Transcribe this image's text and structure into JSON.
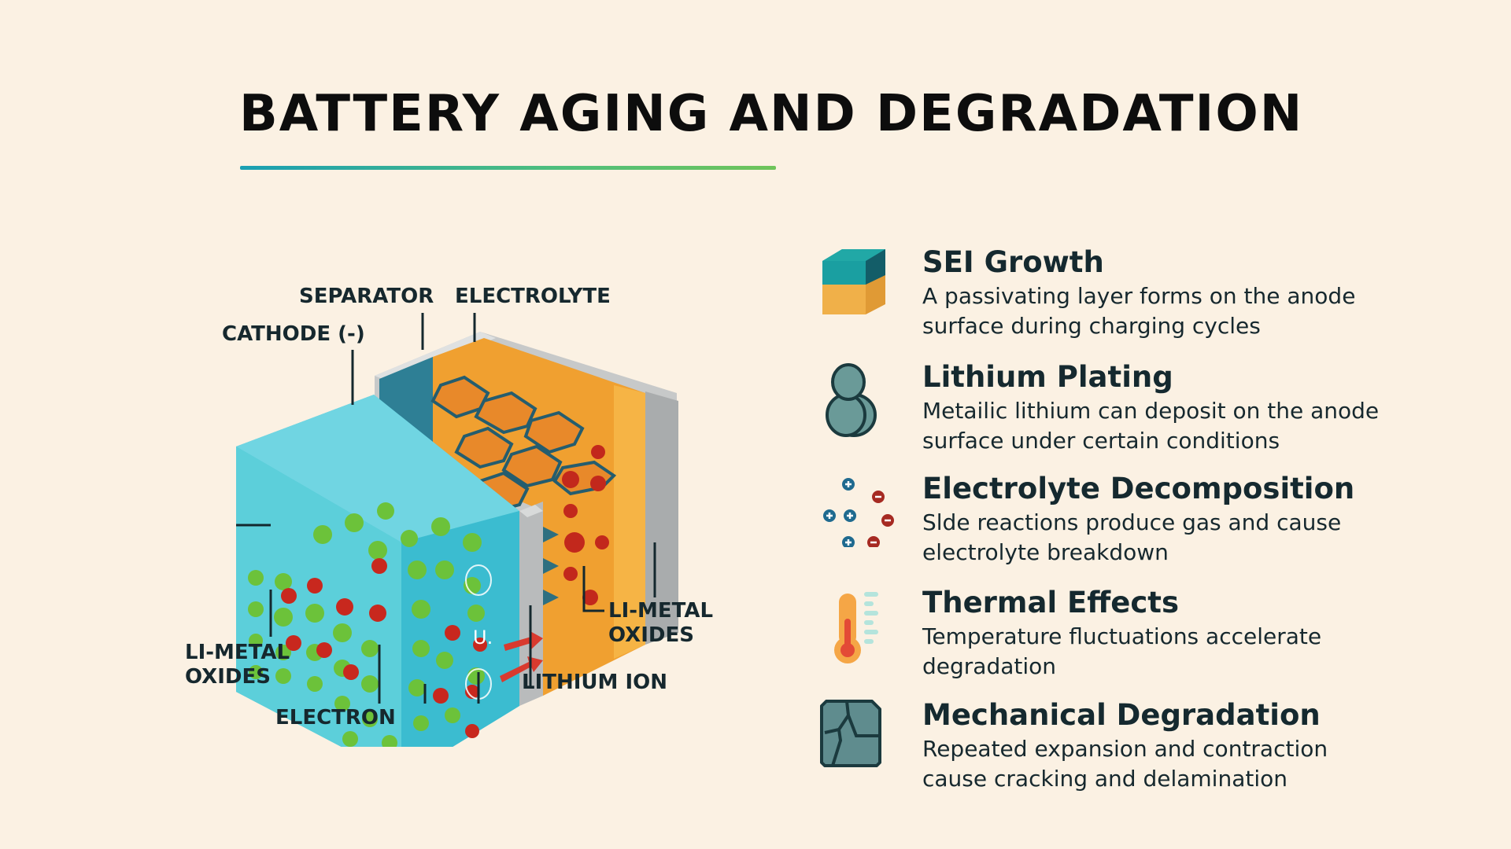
{
  "header": {
    "title": "BATTERY AGING AND DEGRADATION",
    "underline_gradient": [
      "#1a9fb3",
      "#6fc45a"
    ]
  },
  "diagram": {
    "labels": {
      "separator": "SEPARATOR",
      "electrolyte": "ELECTROLYTE",
      "cathode": "CATHODE (-)",
      "li_metal_oxides_left_1": "LI-METAL",
      "li_metal_oxides_left_2": "OXIDES",
      "li_metal_oxides_right_1": "LI-METAL",
      "li_metal_oxides_right_2": "OXIDES",
      "electron": "ELECTRON",
      "lithium_ion": "LITHIUM ION"
    },
    "colors": {
      "cathode_block": "#4cc6d8",
      "electrolyte_layer": "#f0a032",
      "casing": "#c9cbcb",
      "green_particle": "#6cc23a",
      "red_particle": "#c8281e",
      "arrow": "#d93a2e"
    }
  },
  "features": [
    {
      "icon": "sei-layer-cube-icon",
      "title": "SEI Growth",
      "desc_line1": "A passivating layer forms on the anode",
      "desc_line2": "surface during charging cycles"
    },
    {
      "icon": "lithium-plating-icon",
      "title": "Lithium Plating",
      "desc_line1": "Metailic lithium can deposit on the anode",
      "desc_line2": "surface under certain conditions"
    },
    {
      "icon": "ions-plus-minus-icon",
      "title": "Electrolyte Decomposition",
      "desc_line1": "Slde reactions produce gas and cause",
      "desc_line2": "electrolyte breakdown"
    },
    {
      "icon": "thermometer-icon",
      "title": "Thermal Effects",
      "desc_line1": "Temperature fluctuations accelerate",
      "desc_line2": "degradation"
    },
    {
      "icon": "cracked-tile-icon",
      "title": "Mechanical Degradation",
      "desc_line1": "Repeated expansion and contraction",
      "desc_line2": "cause cracking and delamination"
    }
  ]
}
